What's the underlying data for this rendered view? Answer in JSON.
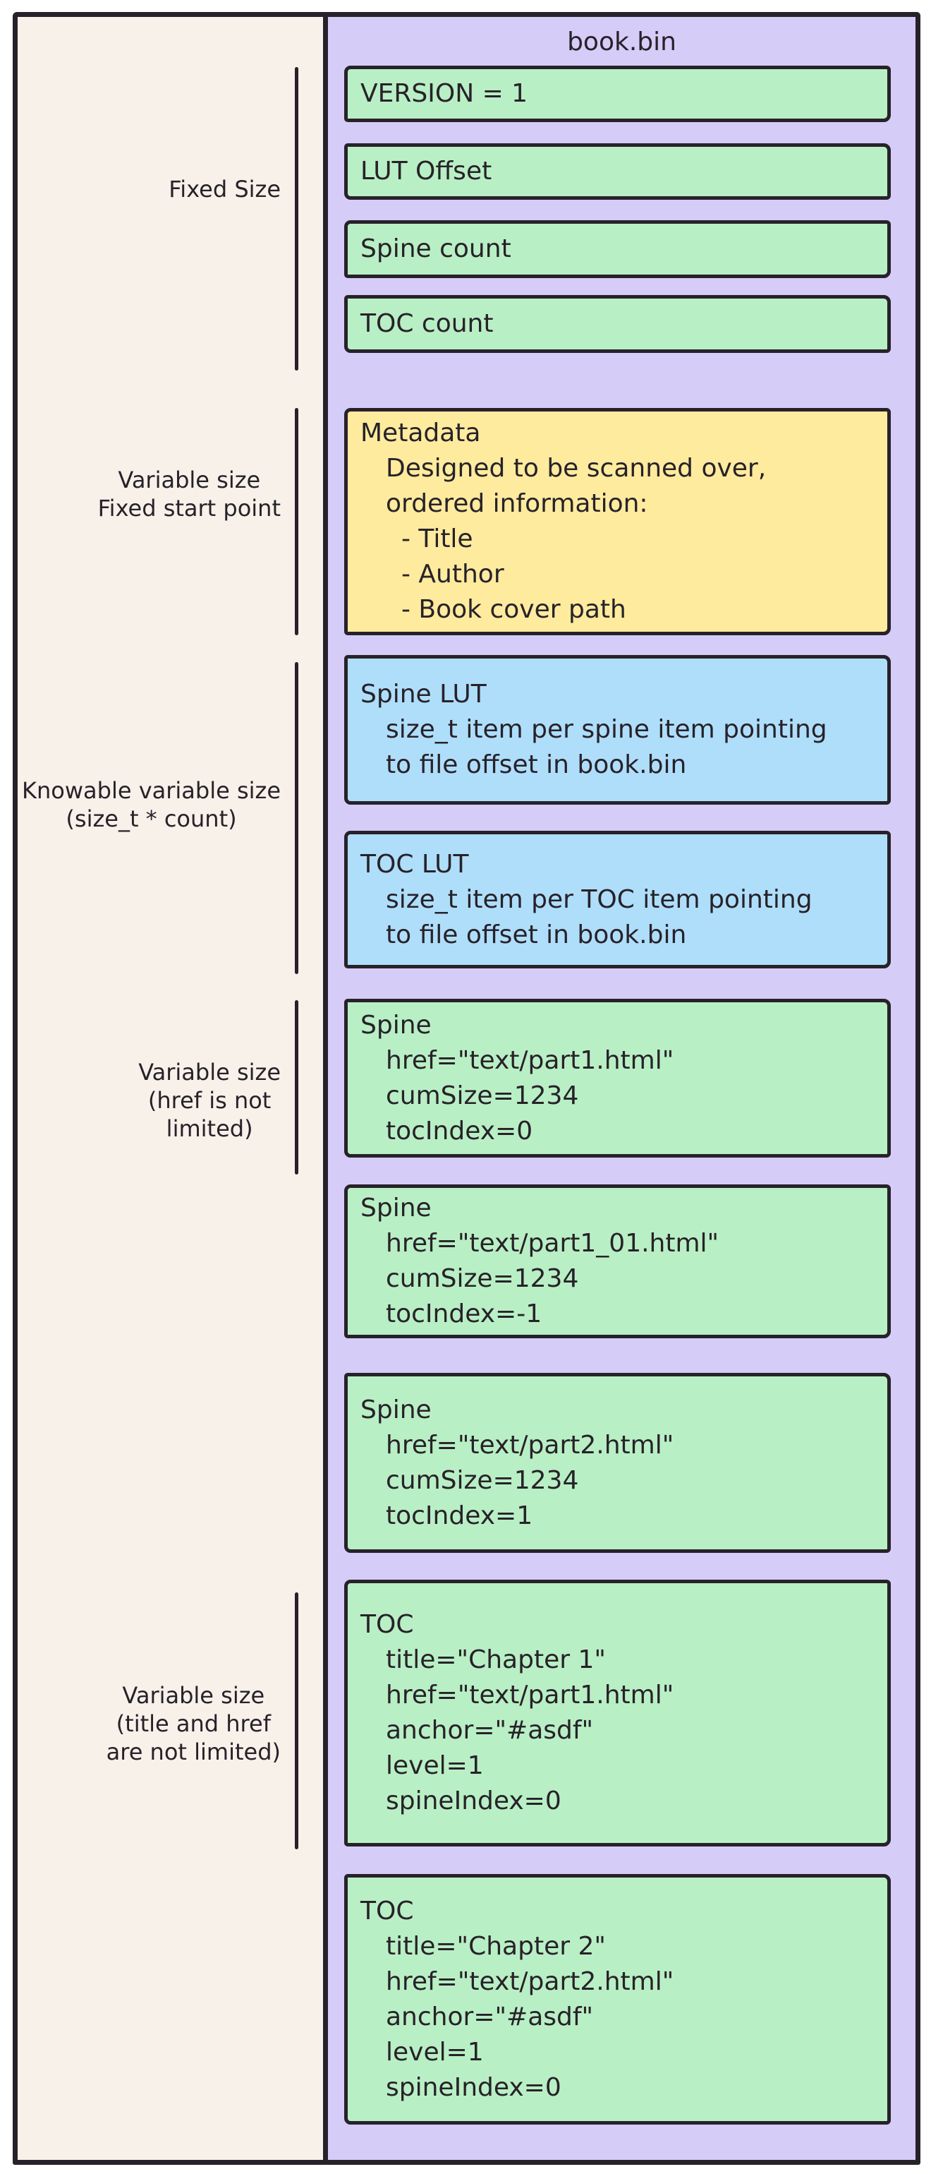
{
  "colors": {
    "canvas": "#ffffff",
    "gutter_bg": "#f7f1ea",
    "file_bg": "#d6ccf8",
    "stroke": "#272229",
    "green": "#b9efc5",
    "blue": "#afdefb",
    "yellow": "#ffeb9e"
  },
  "file": {
    "title": "book.bin"
  },
  "size_labels": [
    {
      "id": "fixed-size",
      "lines": [
        "Fixed Size"
      ]
    },
    {
      "id": "variable-fixed-start",
      "lines": [
        "Variable size",
        "Fixed start point"
      ]
    },
    {
      "id": "knowable-variable",
      "lines": [
        "Knowable variable size",
        "(size_t * count)"
      ]
    },
    {
      "id": "variable-href",
      "lines": [
        "Variable size",
        "(href is not",
        "limited)"
      ]
    },
    {
      "id": "variable-title-href",
      "lines": [
        "Variable size",
        "(title and href",
        "are not limited)"
      ]
    }
  ],
  "blocks": [
    {
      "id": "version",
      "color": "green",
      "lines": [
        [
          "VERSION = 1",
          0
        ]
      ]
    },
    {
      "id": "lut-offset",
      "color": "green",
      "lines": [
        [
          "LUT Offset",
          0
        ]
      ]
    },
    {
      "id": "spine-count",
      "color": "green",
      "lines": [
        [
          "Spine count",
          0
        ]
      ]
    },
    {
      "id": "toc-count",
      "color": "green",
      "lines": [
        [
          "TOC count",
          0
        ]
      ]
    },
    {
      "id": "metadata",
      "color": "yellow",
      "lines": [
        [
          "Metadata",
          0
        ],
        [
          "Designed to be scanned over,",
          1
        ],
        [
          "ordered information:",
          1
        ],
        [
          "- Title",
          2
        ],
        [
          "- Author",
          2
        ],
        [
          "- Book cover path",
          2
        ]
      ]
    },
    {
      "id": "spine-lut",
      "color": "blue",
      "lines": [
        [
          "Spine LUT",
          0
        ],
        [
          "size_t item per spine item pointing",
          1
        ],
        [
          "to file offset in book.bin",
          1
        ]
      ]
    },
    {
      "id": "toc-lut",
      "color": "blue",
      "lines": [
        [
          "TOC LUT",
          0
        ],
        [
          "size_t item per TOC item pointing",
          1
        ],
        [
          "to file offset in book.bin",
          1
        ]
      ]
    },
    {
      "id": "spine-1",
      "color": "green",
      "lines": [
        [
          "Spine",
          0
        ],
        [
          "href=\"text/part1.html\"",
          1
        ],
        [
          "cumSize=1234",
          1
        ],
        [
          "tocIndex=0",
          1
        ]
      ]
    },
    {
      "id": "spine-2",
      "color": "green",
      "lines": [
        [
          "Spine",
          0
        ],
        [
          "href=\"text/part1_01.html\"",
          1
        ],
        [
          "cumSize=1234",
          1
        ],
        [
          "tocIndex=-1",
          1
        ]
      ]
    },
    {
      "id": "spine-3",
      "color": "green",
      "lines": [
        [
          "Spine",
          0
        ],
        [
          "href=\"text/part2.html\"",
          1
        ],
        [
          "cumSize=1234",
          1
        ],
        [
          "tocIndex=1",
          1
        ]
      ]
    },
    {
      "id": "toc-1",
      "color": "green",
      "lines": [
        [
          "TOC",
          0
        ],
        [
          "title=\"Chapter 1\"",
          1
        ],
        [
          "href=\"text/part1.html\"",
          1
        ],
        [
          "anchor=\"#asdf\"",
          1
        ],
        [
          "level=1",
          1
        ],
        [
          "spineIndex=0",
          1
        ]
      ]
    },
    {
      "id": "toc-2",
      "color": "green",
      "lines": [
        [
          "TOC",
          0
        ],
        [
          "title=\"Chapter 2\"",
          1
        ],
        [
          "href=\"text/part2.html\"",
          1
        ],
        [
          "anchor=\"#asdf\"",
          1
        ],
        [
          "level=1",
          1
        ],
        [
          "spineIndex=0",
          1
        ]
      ]
    }
  ]
}
